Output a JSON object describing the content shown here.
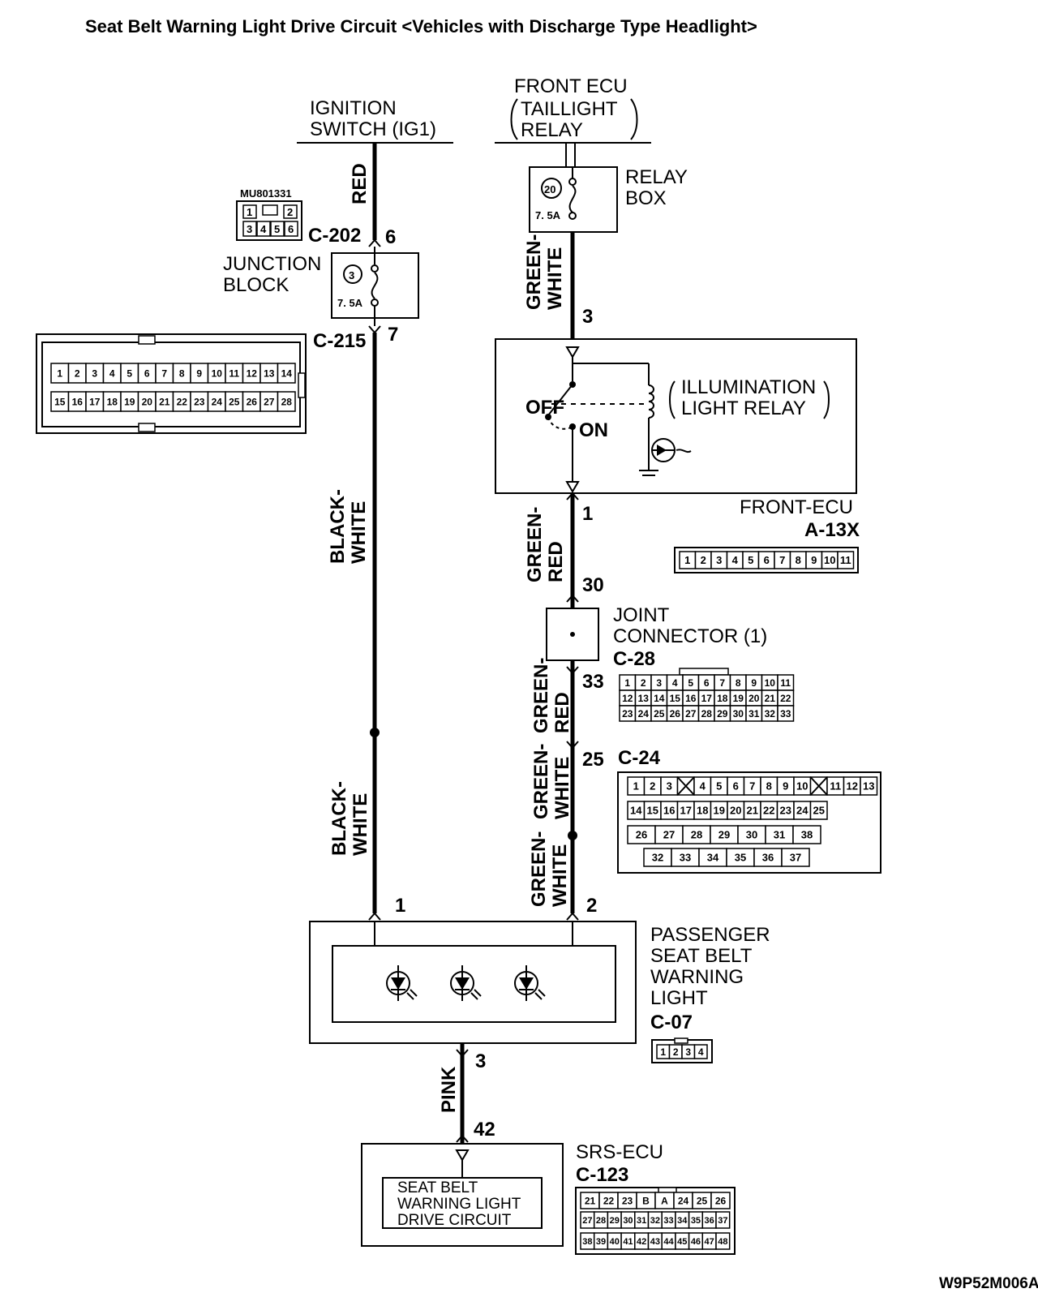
{
  "title": "Seat Belt Warning Light Drive Circuit <Vehicles with Discharge Type Headlight>",
  "code": "W9P52M006A",
  "ignition": {
    "line1": "IGNITION",
    "line2": "SWITCH (IG1)"
  },
  "front_ecu_top": {
    "line1": "FRONT ECU",
    "line2": "TAILLIGHT",
    "line3": "RELAY"
  },
  "relay_box": {
    "line1": "RELAY",
    "line2": "BOX",
    "fuse_no": "20",
    "fuse_rating": "7. 5A"
  },
  "junction_block": {
    "line1": "JUNCTION",
    "line2": "BLOCK",
    "fuse_no": "3",
    "fuse_rating": "7. 5A"
  },
  "mu_connector": {
    "part": "MU801331",
    "cells": [
      "1",
      "2",
      "3",
      "4",
      "5",
      "6"
    ]
  },
  "c202": {
    "label": "C-202",
    "pin": "6"
  },
  "c215": {
    "label": "C-215",
    "pin": "7",
    "cells": [
      "1",
      "2",
      "3",
      "4",
      "5",
      "6",
      "7",
      "8",
      "9",
      "10",
      "11",
      "12",
      "13",
      "14",
      "15",
      "16",
      "17",
      "18",
      "19",
      "20",
      "21",
      "22",
      "23",
      "24",
      "25",
      "26",
      "27",
      "28"
    ]
  },
  "wires": {
    "red": "RED",
    "gw1_a": "GREEN-",
    "gw1_b": "WHITE",
    "bw1_a": "BLACK-",
    "bw1_b": "WHITE",
    "gr1_a": "GREEN-",
    "gr1_b": "RED",
    "gr2_a": "GREEN-",
    "gr2_b": "RED",
    "gw2_a": "GREEN-",
    "gw2_b": "WHITE",
    "bw2_a": "BLACK-",
    "bw2_b": "WHITE",
    "gw3_a": "GREEN-",
    "gw3_b": "WHITE",
    "pink": "PINK"
  },
  "pins": {
    "relay_out": "3",
    "ecu_out": "1",
    "joint_in": "30",
    "joint_out": "33",
    "c24_pin": "25",
    "lamp_in1": "1",
    "lamp_in2": "2",
    "lamp_out": "3",
    "srs_in": "42"
  },
  "illumination_relay": {
    "line1": "ILLUMINATION",
    "line2": "LIGHT RELAY",
    "off": "OFF",
    "on": "ON"
  },
  "front_ecu": {
    "name": "FRONT-ECU",
    "connector": "A-13X",
    "cells": [
      "1",
      "2",
      "3",
      "4",
      "5",
      "6",
      "7",
      "8",
      "9",
      "10",
      "11"
    ]
  },
  "joint_connector": {
    "line1": "JOINT",
    "line2": "CONNECTOR (1)",
    "connector": "C-28",
    "row1": [
      "1",
      "2",
      "3",
      "4",
      "5",
      "6",
      "7",
      "8",
      "9",
      "10",
      "11"
    ],
    "row2": [
      "12",
      "13",
      "14",
      "15",
      "16",
      "17",
      "18",
      "19",
      "20",
      "21",
      "22"
    ],
    "row3": [
      "23",
      "24",
      "25",
      "26",
      "27",
      "28",
      "29",
      "30",
      "31",
      "32",
      "33"
    ]
  },
  "c24": {
    "label": "C-24",
    "row1": [
      "1",
      "2",
      "3",
      "",
      "4",
      "5",
      "6",
      "7",
      "8",
      "9",
      "10",
      "",
      "11",
      "12",
      "13"
    ],
    "row2": [
      "14",
      "15",
      "16",
      "17",
      "18",
      "19",
      "20",
      "21",
      "22",
      "23",
      "24",
      "25"
    ],
    "row3": [
      "26",
      "27",
      "28",
      "29",
      "30",
      "31",
      "38"
    ],
    "row4": [
      "32",
      "33",
      "34",
      "35",
      "36",
      "37"
    ]
  },
  "passenger_lamp": {
    "line1": "PASSENGER",
    "line2": "SEAT BELT",
    "line3": "WARNING",
    "line4": "LIGHT",
    "connector": "C-07",
    "cells": [
      "1",
      "2",
      "3",
      "4"
    ]
  },
  "srs_ecu": {
    "name": "SRS-ECU",
    "connector": "C-123",
    "inner1": "SEAT BELT",
    "inner2": "WARNING LIGHT",
    "inner3": "DRIVE CIRCUIT",
    "row1": [
      "21",
      "22",
      "23",
      "B",
      "A",
      "24",
      "25",
      "26"
    ],
    "row2": [
      "27",
      "28",
      "29",
      "30",
      "31",
      "32",
      "33",
      "34",
      "35",
      "36",
      "37"
    ],
    "row3": [
      "38",
      "39",
      "40",
      "41",
      "42",
      "43",
      "44",
      "45",
      "46",
      "47",
      "48"
    ]
  }
}
